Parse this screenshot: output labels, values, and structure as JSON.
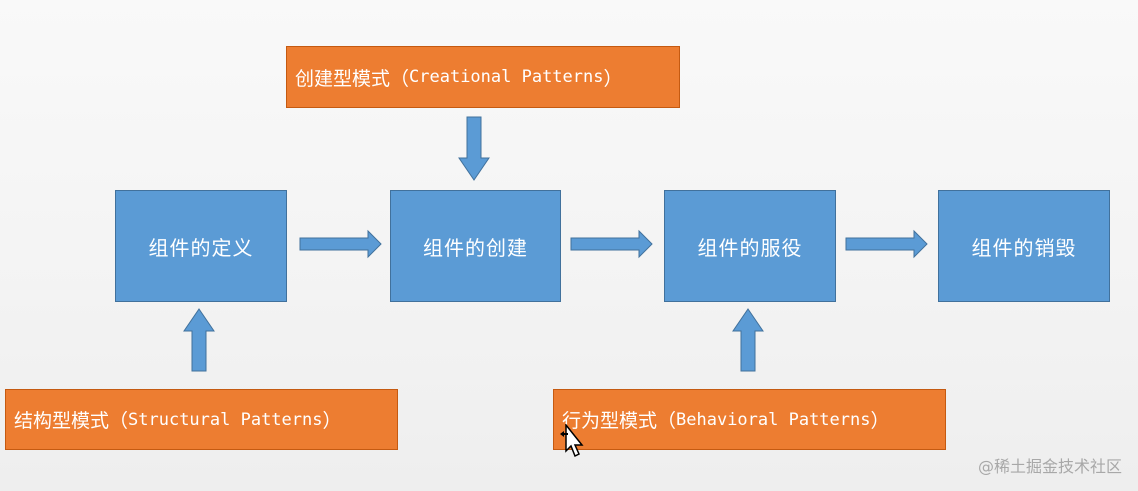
{
  "stages": [
    {
      "label": "组件的定义"
    },
    {
      "label": "组件的创建"
    },
    {
      "label": "组件的服役"
    },
    {
      "label": "组件的销毁"
    }
  ],
  "patterns": {
    "creational": {
      "cn": "创建型模式（",
      "en": "Creational Patterns",
      "close": "）"
    },
    "structural": {
      "cn": "结构型模式（",
      "en": "Structural Patterns",
      "close": "）"
    },
    "behavioral": {
      "cn": "行为型模式（",
      "en": "Behavioral Patterns",
      "close": "）"
    }
  },
  "watermark": "@稀土掘金技术社区",
  "colors": {
    "stage_fill": "#5b9bd5",
    "stage_border": "#41719c",
    "pattern_fill": "#ed7d31",
    "arrow_fill": "#5b9bd5"
  },
  "icons": {
    "cursor": "move-cursor-icon"
  }
}
